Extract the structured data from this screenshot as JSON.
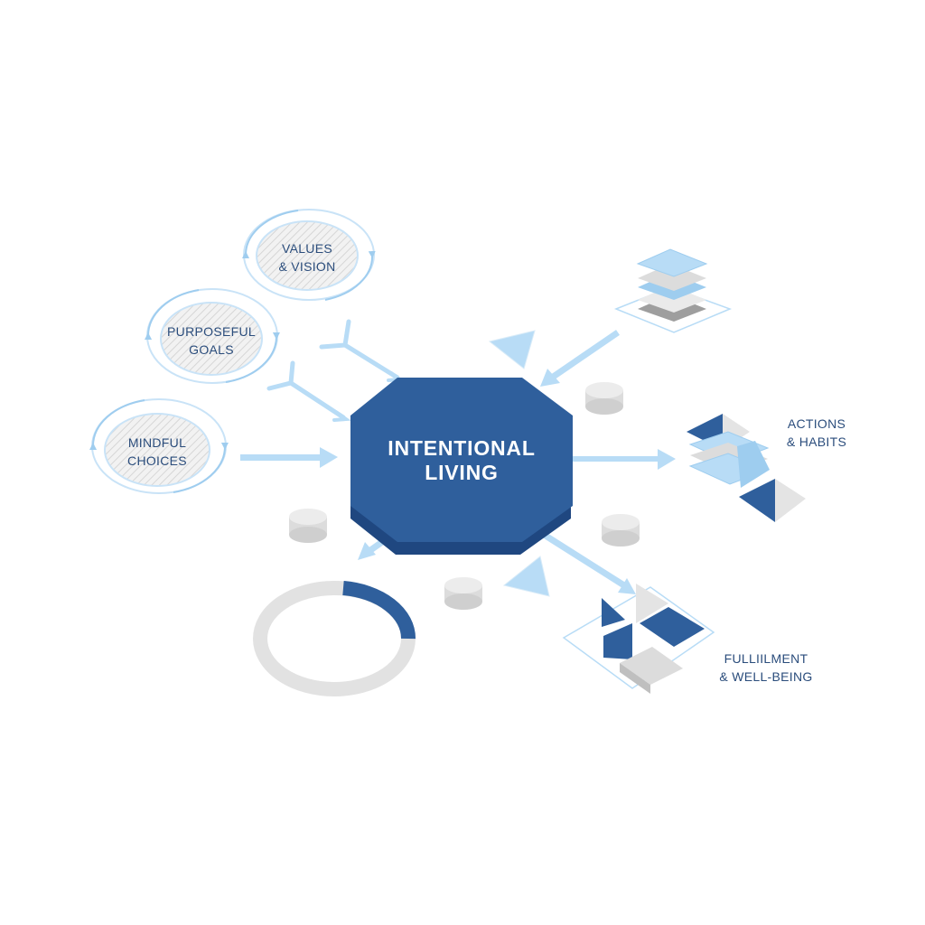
{
  "colors": {
    "primary": "#2f5f9c",
    "primary_dark": "#1f4780",
    "light_blue": "#b8dcf6",
    "pale_blue": "#d8ebf8",
    "gray": "#dcdcdc",
    "text": "#2b4d7c",
    "white": "#ffffff"
  },
  "center": {
    "line1": "INTENTIONAL",
    "line2": "LIVING"
  },
  "inputs": [
    {
      "line1": "VALUES",
      "line2": "& VISION"
    },
    {
      "line1": "PURPOSEFUL",
      "line2": "GOALS"
    },
    {
      "line1": "MINDFUL",
      "line2": "CHOICES"
    }
  ],
  "outputs": {
    "actions": {
      "line1": "ACTIONS",
      "line2": "& HABITS"
    },
    "fulfillment": {
      "line1": "FULLIILMENT",
      "line2": "& WELL-BEING"
    }
  },
  "icons": [
    "stacked-layers-icon",
    "triangle-blocks-icon",
    "tile-grid-icon",
    "ring-progress-icon",
    "triangle-icon",
    "coin-icon",
    "fork-arrow-icon",
    "cycle-arrows-icon"
  ]
}
